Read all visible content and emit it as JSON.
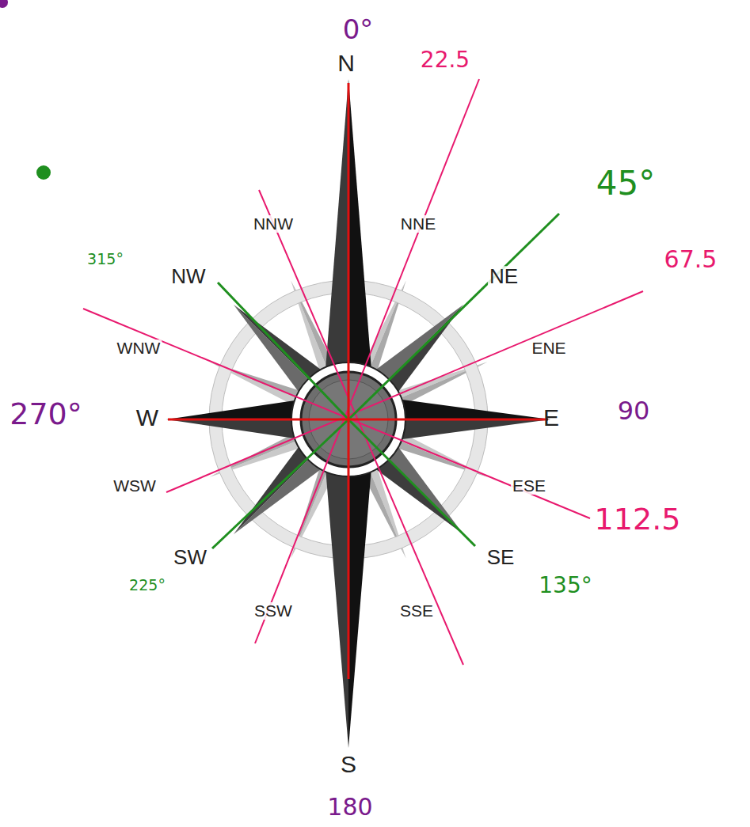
{
  "diagram": {
    "labels": [
      "0°",
      "N",
      "22.5",
      "NNW",
      "NNE",
      "45°",
      "315°",
      "NW",
      "NE",
      "67.5",
      "WNW",
      "ENE",
      "270°",
      "W",
      "E",
      "90",
      "WSW",
      "ESE",
      "112.5",
      "SW",
      "SE",
      "225°",
      "135°",
      "SSW",
      "SSE",
      "S",
      "180"
    ]
  }
}
